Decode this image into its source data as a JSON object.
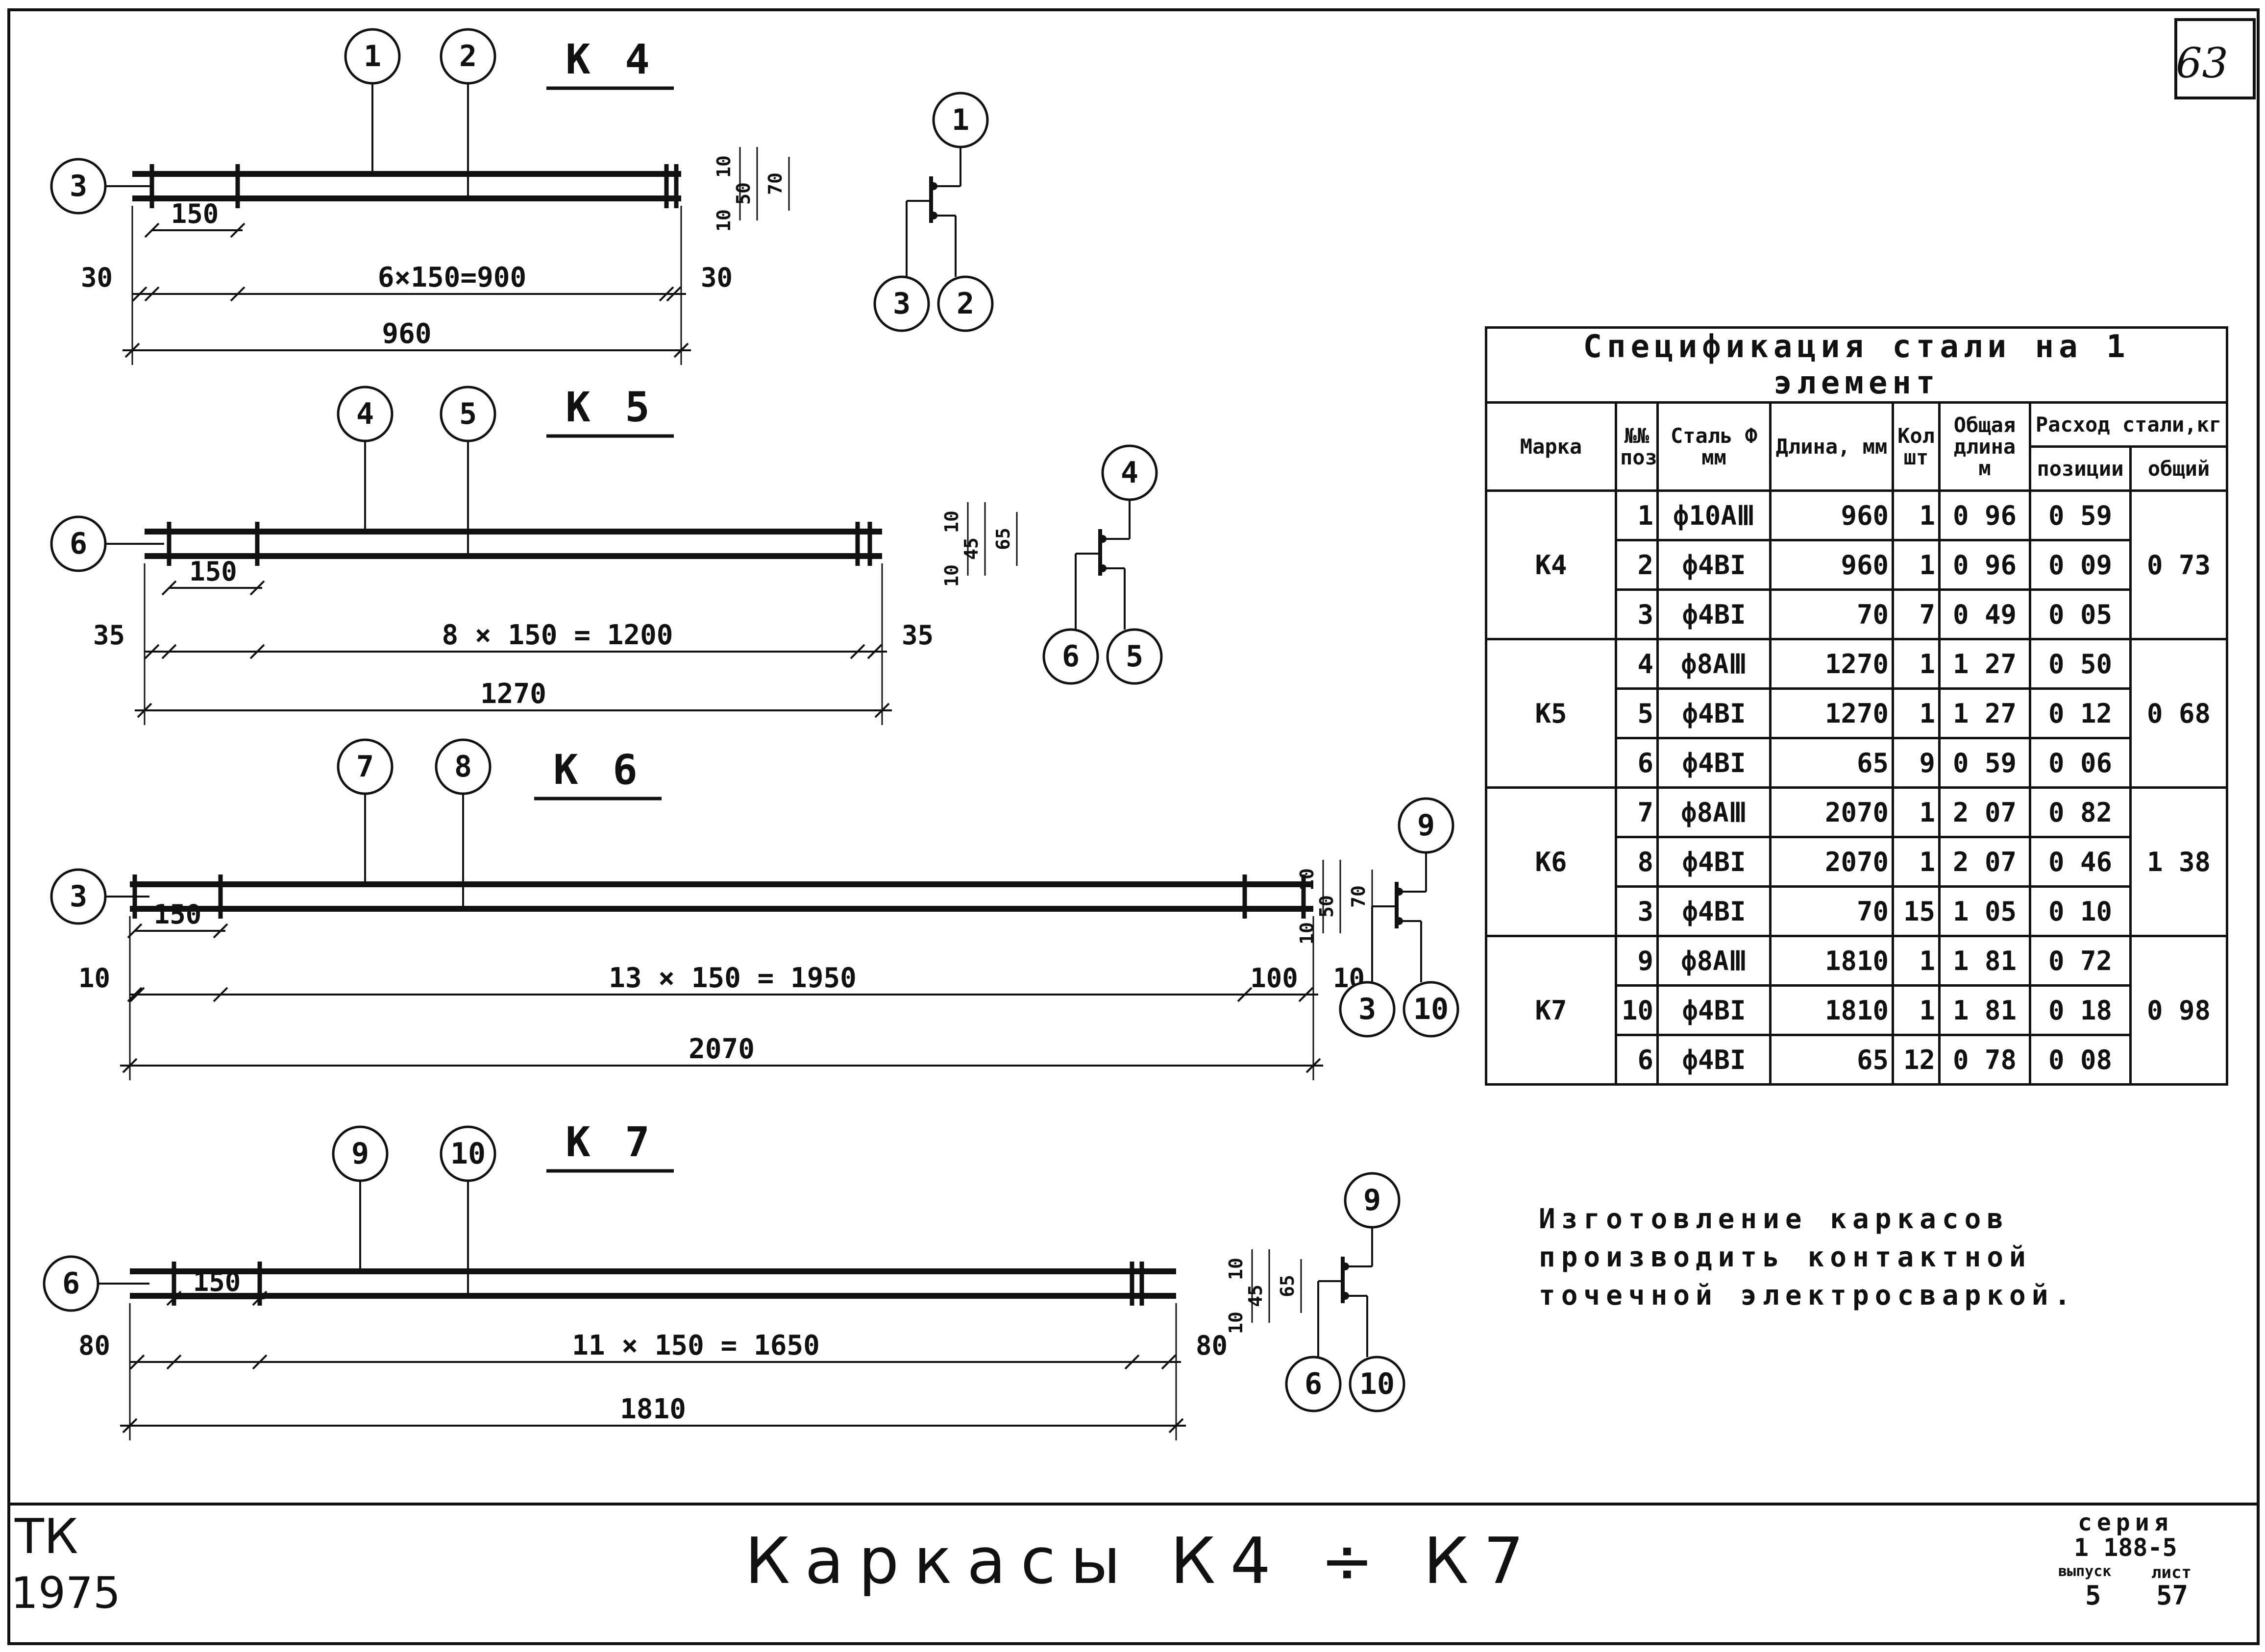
{
  "sheet_number": "63",
  "title": "Каркасы К4 ÷ К7",
  "stamp": {
    "top": "ТК",
    "bottom": "1975"
  },
  "series_box": {
    "label": "серия",
    "value": "1 188-5",
    "issue_label": "выпуск",
    "issue_value": "5",
    "sheet_label": "лист",
    "sheet_value": "57"
  },
  "frames": [
    {
      "name": "К 4",
      "bar_top": "1",
      "bar_mid": "2",
      "bar_cross": "3",
      "pitch": "150",
      "main_dim": "6×150=900",
      "end_left": "30",
      "end_right": "30",
      "total": "960",
      "sec_top": "10",
      "sec_mid": "50",
      "sec_bot": "10",
      "sec_total": "70",
      "node_top": "1",
      "node_left": "3",
      "node_right": "2"
    },
    {
      "name": "К 5",
      "bar_top": "4",
      "bar_mid": "5",
      "bar_cross": "6",
      "pitch": "150",
      "main_dim": "8 × 150 = 1200",
      "end_left": "35",
      "end_right": "35",
      "total": "1270",
      "sec_top": "10",
      "sec_mid": "45",
      "sec_bot": "10",
      "sec_total": "65",
      "node_top": "4",
      "node_left": "6",
      "node_right": "5"
    },
    {
      "name": "К 6",
      "bar_top": "7",
      "bar_mid": "8",
      "bar_cross": "3",
      "pitch": "150",
      "main_dim": "13 × 150 = 1950",
      "end_left": "10",
      "end_right": "10",
      "end_inner": "100",
      "total": "2070",
      "sec_top": "10",
      "sec_mid": "50",
      "sec_bot": "10",
      "sec_total": "70",
      "node_top": "9",
      "node_left": "3",
      "node_right": "10"
    },
    {
      "name": "К 7",
      "bar_top": "9",
      "bar_mid": "10",
      "bar_cross": "6",
      "pitch": "150",
      "main_dim": "11 × 150 = 1650",
      "end_left": "80",
      "end_right": "80",
      "total": "1810",
      "sec_top": "10",
      "sec_mid": "45",
      "sec_bot": "10",
      "sec_total": "65",
      "node_top": "9",
      "node_left": "6",
      "node_right": "10"
    }
  ],
  "spec_table": {
    "caption": "Спецификация стали на 1 элемент",
    "headers": {
      "mark": "Марка",
      "pos": "№№ поз",
      "steel": "Сталь Ф мм",
      "length": "Длина, мм",
      "qty": "Кол шт",
      "total_length": "Общая длина м",
      "consumption": "Расход стали,кг",
      "per_pos": "позиции",
      "overall": "общий"
    },
    "groups": [
      {
        "mark": "К4",
        "overall": "0 73",
        "rows": [
          {
            "pos": "1",
            "steel": "ф10АⅢ",
            "length": "960",
            "qty": "1",
            "tl": "0 96",
            "kg": "0 59"
          },
          {
            "pos": "2",
            "steel": "ф4ВI",
            "length": "960",
            "qty": "1",
            "tl": "0 96",
            "kg": "0 09"
          },
          {
            "pos": "3",
            "steel": "ф4ВI",
            "length": "70",
            "qty": "7",
            "tl": "0 49",
            "kg": "0 05"
          }
        ]
      },
      {
        "mark": "К5",
        "overall": "0 68",
        "rows": [
          {
            "pos": "4",
            "steel": "ф8АⅢ",
            "length": "1270",
            "qty": "1",
            "tl": "1 27",
            "kg": "0 50"
          },
          {
            "pos": "5",
            "steel": "ф4ВI",
            "length": "1270",
            "qty": "1",
            "tl": "1 27",
            "kg": "0 12"
          },
          {
            "pos": "6",
            "steel": "ф4ВI",
            "length": "65",
            "qty": "9",
            "tl": "0 59",
            "kg": "0 06"
          }
        ]
      },
      {
        "mark": "К6",
        "overall": "1 38",
        "rows": [
          {
            "pos": "7",
            "steel": "ф8АⅢ",
            "length": "2070",
            "qty": "1",
            "tl": "2 07",
            "kg": "0 82"
          },
          {
            "pos": "8",
            "steel": "ф4ВI",
            "length": "2070",
            "qty": "1",
            "tl": "2 07",
            "kg": "0 46"
          },
          {
            "pos": "3",
            "steel": "ф4ВI",
            "length": "70",
            "qty": "15",
            "tl": "1 05",
            "kg": "0 10"
          }
        ]
      },
      {
        "mark": "К7",
        "overall": "0 98",
        "rows": [
          {
            "pos": "9",
            "steel": "ф8АⅢ",
            "length": "1810",
            "qty": "1",
            "tl": "1 81",
            "kg": "0 72"
          },
          {
            "pos": "10",
            "steel": "ф4ВI",
            "length": "1810",
            "qty": "1",
            "tl": "1 81",
            "kg": "0 18"
          },
          {
            "pos": "6",
            "steel": "ф4ВI",
            "length": "65",
            "qty": "12",
            "tl": "0 78",
            "kg": "0 08"
          }
        ]
      }
    ]
  },
  "note": "Изготовление каркасов производить контактной точечной электросваркой."
}
